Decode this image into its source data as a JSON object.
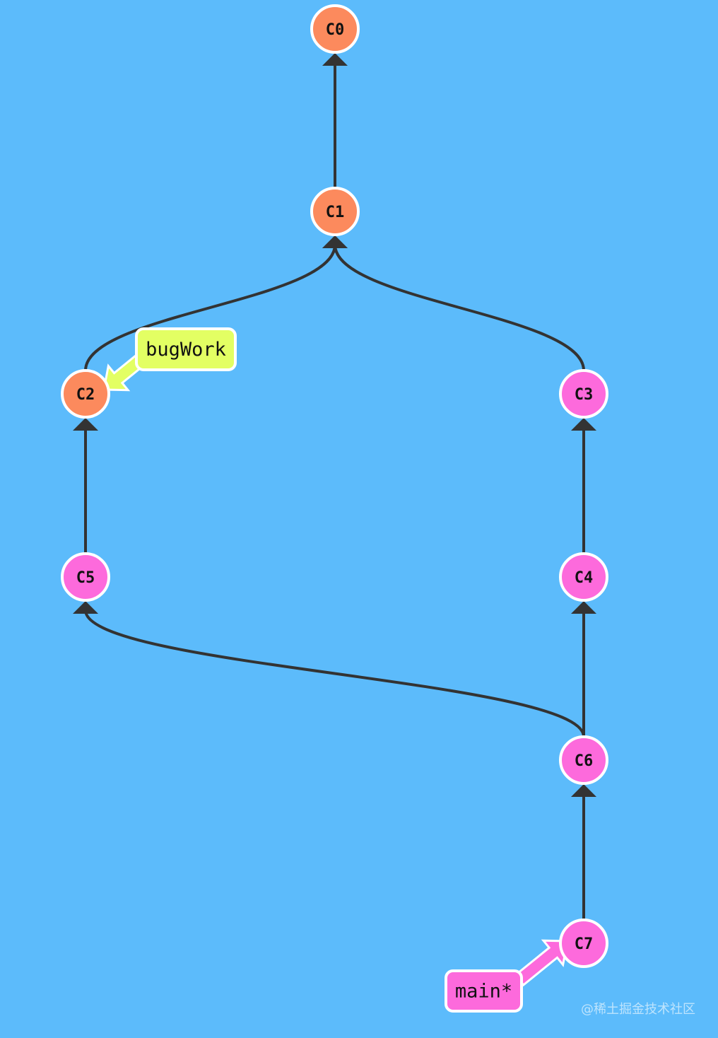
{
  "colors": {
    "background": "#5cbbfb",
    "edge": "#333333",
    "commit_orange": "#fc8a5d",
    "commit_pink": "#fd6adc",
    "branch_green": "#e3ff63",
    "stroke_white": "#ffffff"
  },
  "commits": [
    {
      "id": "C0",
      "label": "C0",
      "color": "orange"
    },
    {
      "id": "C1",
      "label": "C1",
      "color": "orange"
    },
    {
      "id": "C2",
      "label": "C2",
      "color": "orange"
    },
    {
      "id": "C3",
      "label": "C3",
      "color": "pink"
    },
    {
      "id": "C4",
      "label": "C4",
      "color": "pink"
    },
    {
      "id": "C5",
      "label": "C5",
      "color": "pink"
    },
    {
      "id": "C6",
      "label": "C6",
      "color": "pink"
    },
    {
      "id": "C7",
      "label": "C7",
      "color": "pink"
    }
  ],
  "edges": [
    {
      "from": "C1",
      "to": "C0"
    },
    {
      "from": "C2",
      "to": "C1"
    },
    {
      "from": "C3",
      "to": "C1"
    },
    {
      "from": "C5",
      "to": "C2"
    },
    {
      "from": "C4",
      "to": "C3"
    },
    {
      "from": "C6",
      "to": "C4"
    },
    {
      "from": "C6",
      "to": "C5"
    },
    {
      "from": "C7",
      "to": "C6"
    }
  ],
  "branches": [
    {
      "id": "bugWork",
      "label": "bugWork",
      "target": "C2",
      "color": "green"
    },
    {
      "id": "main",
      "label": "main*",
      "target": "C7",
      "color": "pink"
    }
  ],
  "watermark": "@稀土掘金技术社区"
}
